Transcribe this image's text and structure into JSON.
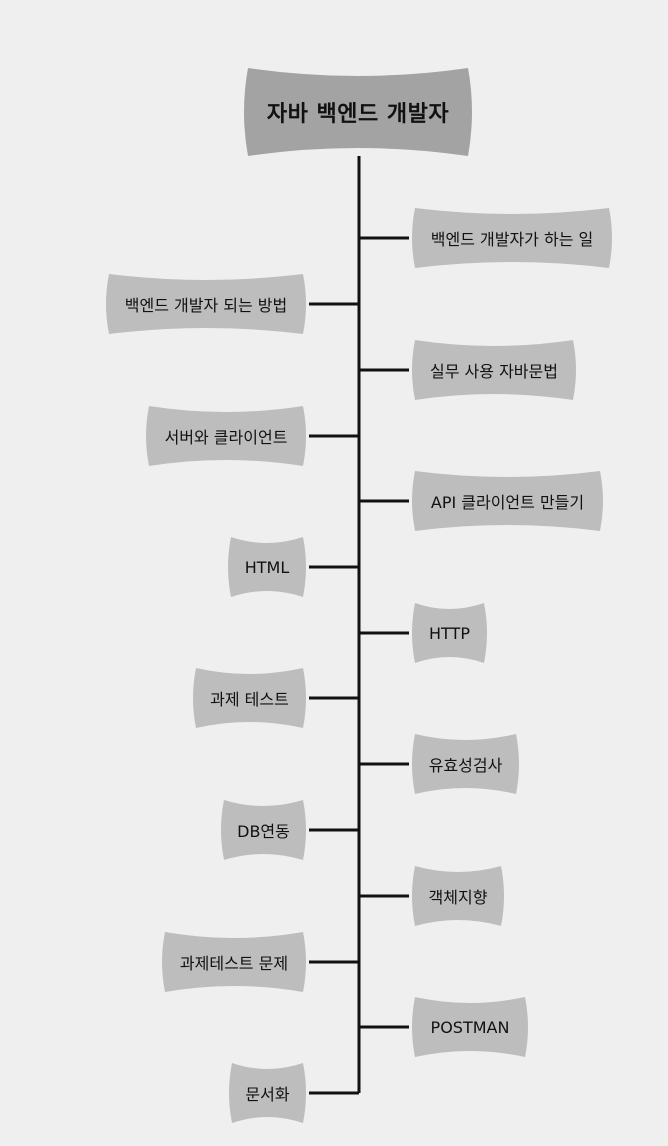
{
  "diagram": {
    "root": "자바 백엔드 개발자",
    "colors": {
      "background": "#efefef",
      "root_fill": "#a3a3a3",
      "node_fill": "#bdbdbd",
      "line": "#111111"
    },
    "topics": [
      {
        "id": "t1",
        "label": "백엔드 개발자가 하는 일",
        "side": "right"
      },
      {
        "id": "t2",
        "label": "백엔드 개발자 되는 방법",
        "side": "left"
      },
      {
        "id": "t3",
        "label": "실무 사용 자바문법",
        "side": "right"
      },
      {
        "id": "t4",
        "label": "서버와 클라이언트",
        "side": "left"
      },
      {
        "id": "t5",
        "label": "API 클라이언트 만들기",
        "side": "right"
      },
      {
        "id": "t6",
        "label": "HTML",
        "side": "left"
      },
      {
        "id": "t7",
        "label": "HTTP",
        "side": "right"
      },
      {
        "id": "t8",
        "label": "과제 테스트",
        "side": "left"
      },
      {
        "id": "t9",
        "label": "유효성검사",
        "side": "right"
      },
      {
        "id": "t10",
        "label": "DB연동",
        "side": "left"
      },
      {
        "id": "t11",
        "label": "객체지향",
        "side": "right"
      },
      {
        "id": "t12",
        "label": "과제테스트 문제",
        "side": "left"
      },
      {
        "id": "t13",
        "label": "POSTMAN",
        "side": "right"
      },
      {
        "id": "t14",
        "label": "문서화",
        "side": "left"
      }
    ]
  }
}
